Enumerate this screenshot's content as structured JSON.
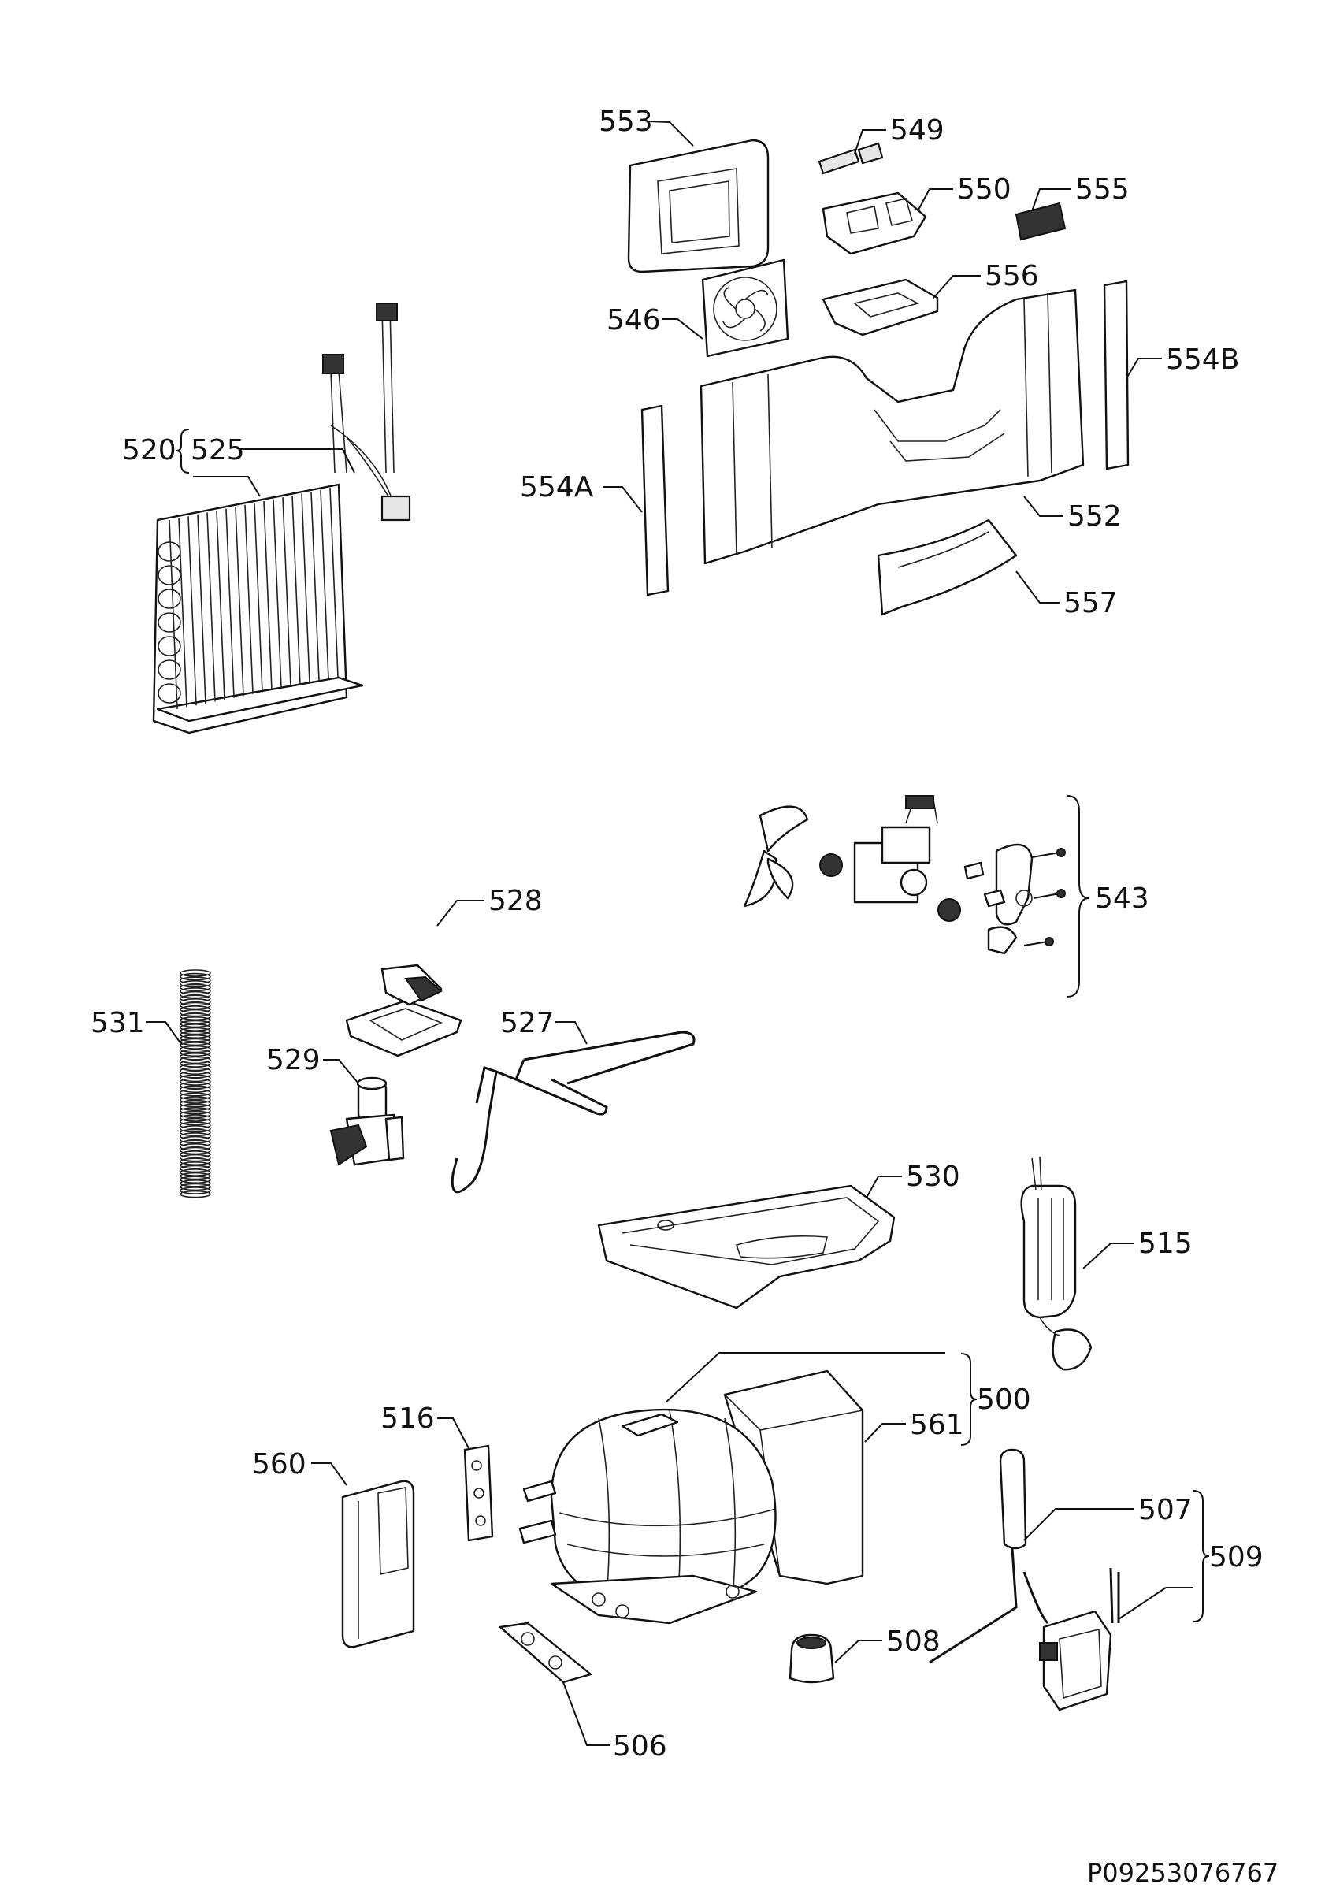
{
  "labels": {
    "l553": "553",
    "l549": "549",
    "l550": "550",
    "l555": "555",
    "l546": "546",
    "l556": "556",
    "l554b": "554B",
    "l554a": "554A",
    "l552": "552",
    "l557": "557",
    "l520": "520",
    "l525": "525",
    "l543": "543",
    "l528": "528",
    "l531": "531",
    "l527": "527",
    "l529": "529",
    "l530": "530",
    "l515": "515",
    "l500": "500",
    "l561": "561",
    "l516": "516",
    "l560": "560",
    "l507": "507",
    "l509": "509",
    "l508": "508",
    "l506": "506"
  },
  "document_code": "P09253076767"
}
